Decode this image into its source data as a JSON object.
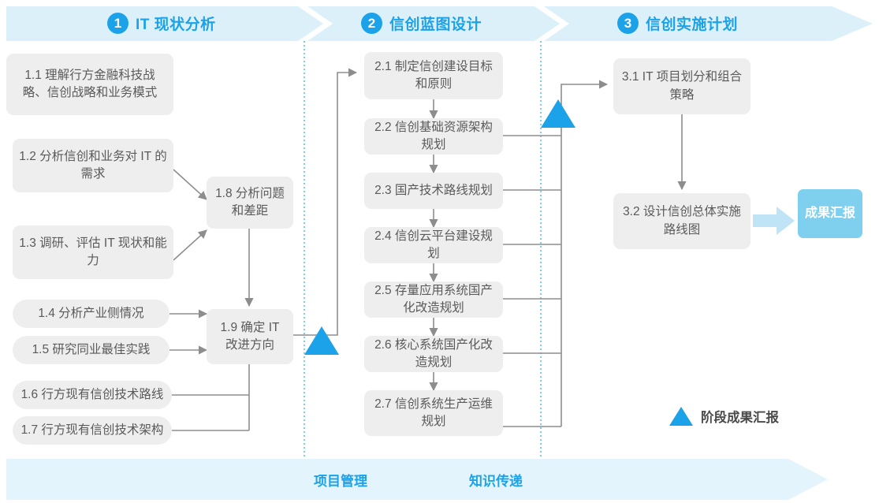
{
  "header": {
    "stages": [
      {
        "num": "1",
        "label": "IT 现状分析"
      },
      {
        "num": "2",
        "label": "信创蓝图设计"
      },
      {
        "num": "3",
        "label": "信创实施计划"
      }
    ],
    "band_color": "#dcf0fa",
    "accent_color": "#1ca2e8"
  },
  "stage1": {
    "boxes": [
      {
        "id": "1.1",
        "text": "1.1 理解行方金融科技战略、信创战略和业务模式"
      },
      {
        "id": "1.2",
        "text": "1.2 分析信创和业务对 IT 的需求"
      },
      {
        "id": "1.3",
        "text": "1.3 调研、评估 IT 现状和能力"
      },
      {
        "id": "1.4",
        "text": "1.4 分析产业侧情况"
      },
      {
        "id": "1.5",
        "text": "1.5 研究同业最佳实践"
      },
      {
        "id": "1.6",
        "text": "1.6 行方现有信创技术路线"
      },
      {
        "id": "1.7",
        "text": "1.7 行方现有信创技术架构"
      },
      {
        "id": "1.8",
        "text": "1.8 分析问题和差距"
      },
      {
        "id": "1.9",
        "text": "1.9 确定 IT 改进方向"
      }
    ]
  },
  "stage2": {
    "boxes": [
      {
        "id": "2.1",
        "text": "2.1 制定信创建设目标和原则"
      },
      {
        "id": "2.2",
        "text": "2.2 信创基础资源架构规划"
      },
      {
        "id": "2.3",
        "text": "2.3 国产技术路线规划"
      },
      {
        "id": "2.4",
        "text": "2.4 信创云平台建设规划"
      },
      {
        "id": "2.5",
        "text": "2.5 存量应用系统国产化改造规划"
      },
      {
        "id": "2.6",
        "text": "2.6 核心系统国产化改造规划"
      },
      {
        "id": "2.7",
        "text": "2.7 信创系统生产运维规划"
      }
    ]
  },
  "stage3": {
    "boxes": [
      {
        "id": "3.1",
        "text": "3.1 IT 项目划分和组合策略"
      },
      {
        "id": "3.2",
        "text": "3.2 设计信创总体实施路线图"
      }
    ],
    "result": "成果汇报"
  },
  "legend": {
    "label": "阶段成果汇报",
    "marker": "blue-triangle"
  },
  "footer": {
    "items": [
      "项目管理",
      "知识传递"
    ],
    "band_color": "#e4f4fc"
  }
}
